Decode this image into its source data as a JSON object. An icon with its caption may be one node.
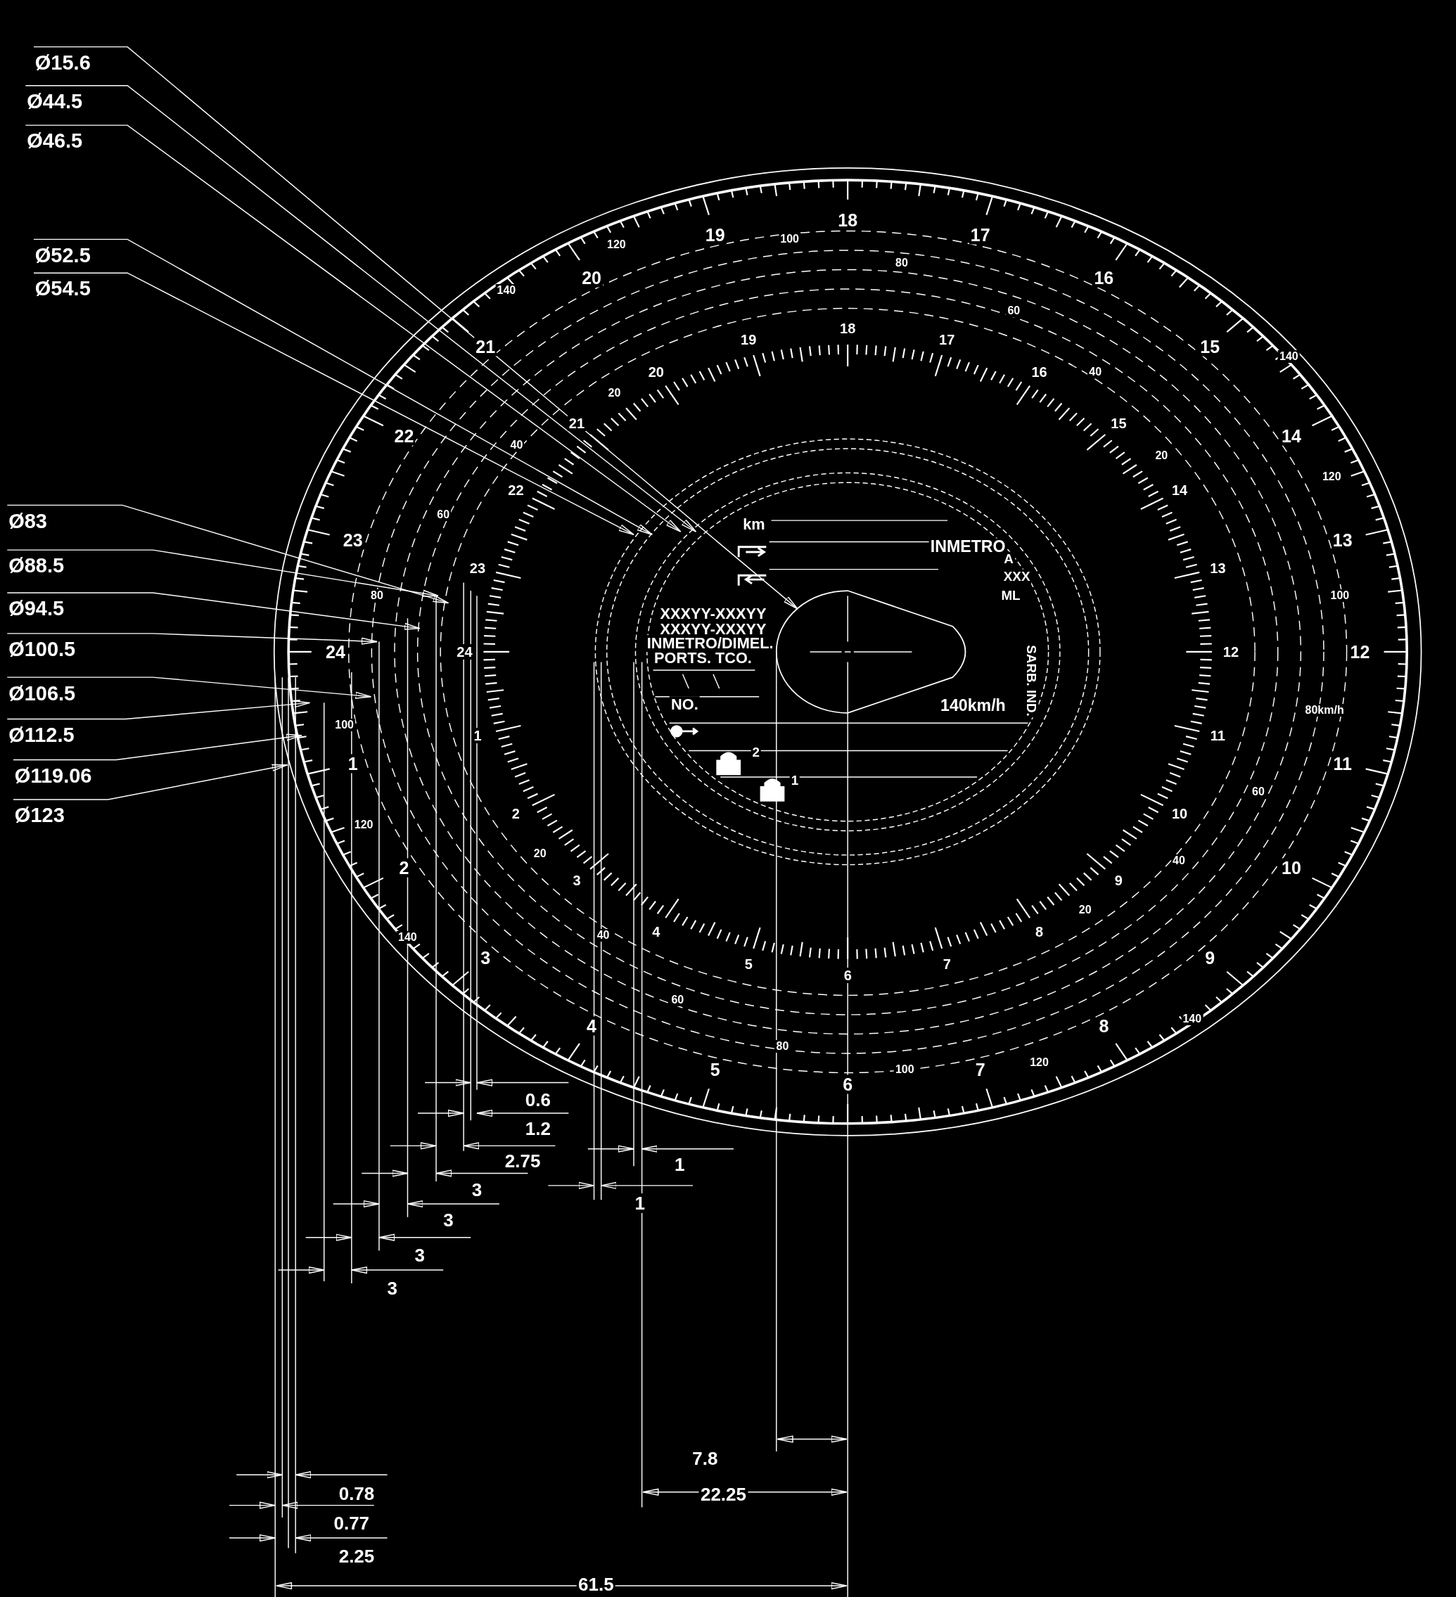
{
  "diagram": {
    "nodes": [
      {
        "text": [
          "Ø15.6"
        ]
      },
      {
        "text": [
          "Ø44.5"
        ]
      },
      {
        "text": [
          "Ø46.5"
        ]
      },
      {
        "text": [
          "Ø52.5"
        ]
      },
      {
        "text": [
          "Ø54.5"
        ]
      },
      {
        "text": [
          "Ø83"
        ]
      },
      {
        "text": [
          "Ø88.5"
        ]
      },
      {
        "text": [
          "Ø94.5"
        ]
      },
      {
        "text": [
          "Ø100.5"
        ]
      },
      {
        "text": [
          "Ø106.5"
        ]
      },
      {
        "text": [
          "Ø112.5"
        ]
      },
      {
        "text": [
          "Ø119.06"
        ]
      },
      {
        "text": [
          "Ø123"
        ]
      }
    ],
    "edges": [
      {
        "from": 0,
        "to": null,
        "arrow": "to"
      },
      {
        "from": 1,
        "to": null,
        "arrow": "to"
      },
      {
        "from": 2,
        "to": null,
        "arrow": "to"
      },
      {
        "from": 3,
        "to": null,
        "arrow": "to"
      },
      {
        "from": 4,
        "to": null,
        "arrow": "to"
      },
      {
        "from": 5,
        "to": null,
        "arrow": "to"
      },
      {
        "from": 6,
        "to": null,
        "arrow": "to"
      },
      {
        "from": 7,
        "to": null,
        "arrow": "to"
      },
      {
        "from": 8,
        "to": null,
        "arrow": "to"
      },
      {
        "from": 9,
        "to": null,
        "arrow": "to"
      },
      {
        "from": 10,
        "to": null,
        "arrow": "to"
      },
      {
        "from": 11,
        "to": null,
        "arrow": "to"
      },
      {
        "from": 12,
        "to": null,
        "arrow": "to"
      }
    ],
    "labels": [
      "1",
      "2",
      "3",
      "4",
      "5",
      "6",
      "7",
      "8",
      "9",
      "10",
      "11",
      "12",
      "13",
      "14",
      "15",
      "16",
      "17",
      "18",
      "19",
      "20",
      "21",
      "22",
      "23",
      "24",
      "1",
      "2",
      "3",
      "4",
      "5",
      "6",
      "7",
      "8",
      "9",
      "10",
      "11",
      "12",
      "13",
      "14",
      "15",
      "16",
      "17",
      "18",
      "19",
      "20",
      "21",
      "22",
      "23",
      "24",
      "140",
      "120",
      "100",
      "80",
      "60",
      "40",
      "20",
      "140",
      "120",
      "20",
      "40",
      "60",
      "80",
      "100",
      "100",
      "80km/h",
      "60",
      "120",
      "20",
      "40",
      "20",
      "140",
      "40",
      "60",
      "140",
      "80",
      "120",
      "100",
      "km",
      "INMETRO",
      "A",
      "XXX",
      "ML",
      "XXXYY-XXXYY",
      "XXXYY-XXXYY",
      "INMETRO/DIMEL.",
      "PORTS. TCO.",
      "SARB. IND.",
      "NO.",
      "140km/h",
      "2",
      "1",
      "0.6",
      "1.2",
      "2.75",
      "1",
      "3",
      "1",
      "3",
      "3",
      "3",
      "7.8",
      "0.78",
      "22.25",
      "0.77",
      "2.25",
      "61.5"
    ]
  }
}
